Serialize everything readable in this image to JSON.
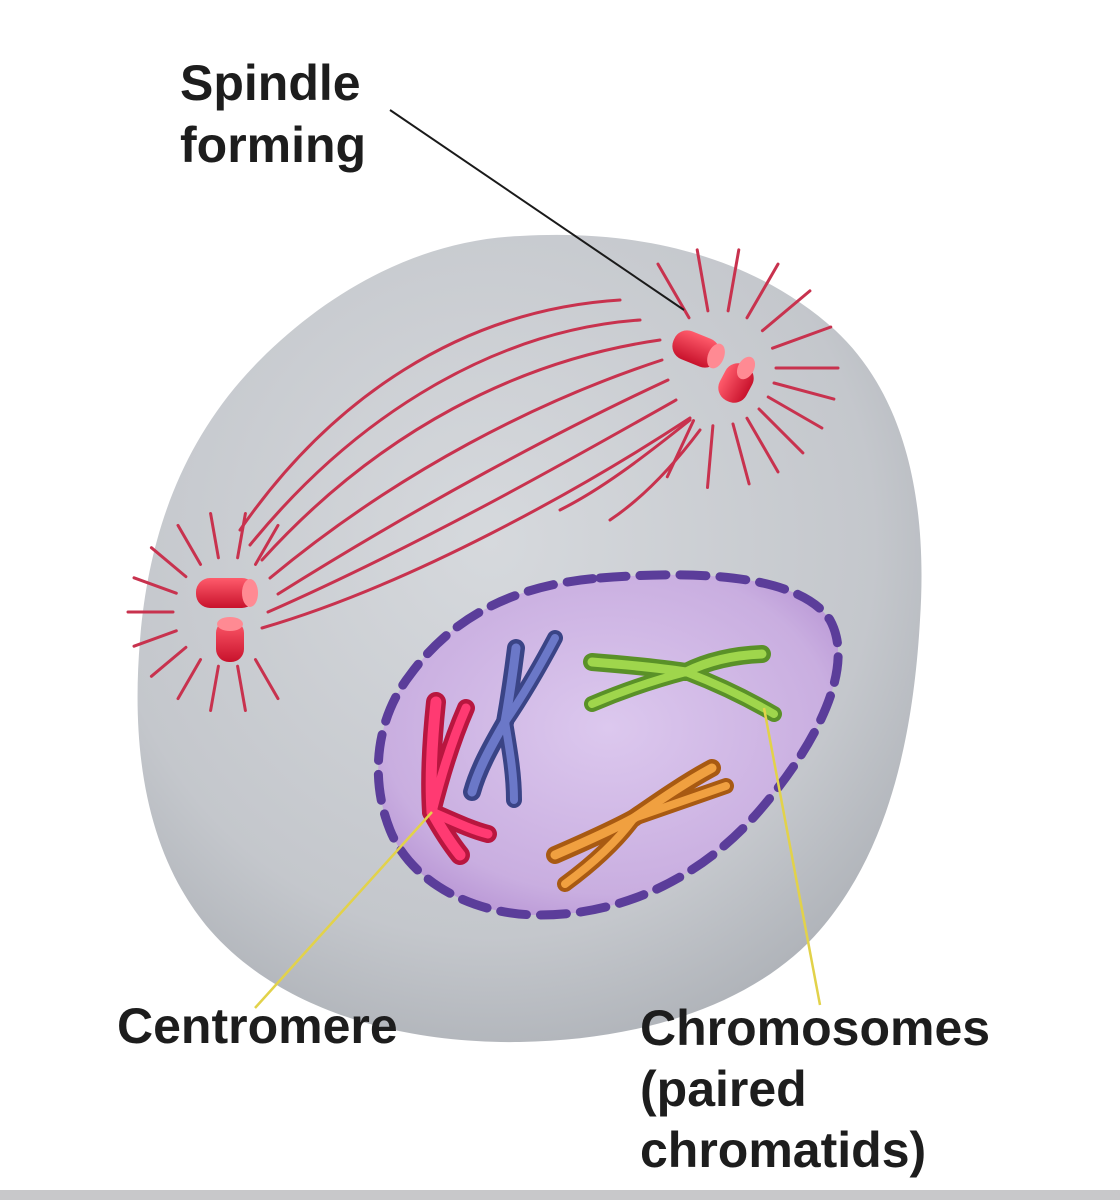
{
  "labels": {
    "spindle": [
      "Spindle",
      "forming"
    ],
    "centromere": "Centromere",
    "chromosomes": [
      "Chromosomes",
      "(paired",
      "chromatids)"
    ]
  },
  "colors": {
    "cell_fill": "#c4c7cc",
    "nucleus_fill": "#c9aee0",
    "nuclear_envelope": "#5b3d9a",
    "spindle_fibers": "#c8324e",
    "centrioles": "#e0263f",
    "chromosome_red": "#e0275c",
    "chromosome_blue": "#5560b0",
    "chromosome_green": "#8cc63f",
    "chromosome_orange": "#dd8a2a",
    "leader_dark": "#1a1a1a",
    "leader_yellow": "#e2d24a"
  }
}
